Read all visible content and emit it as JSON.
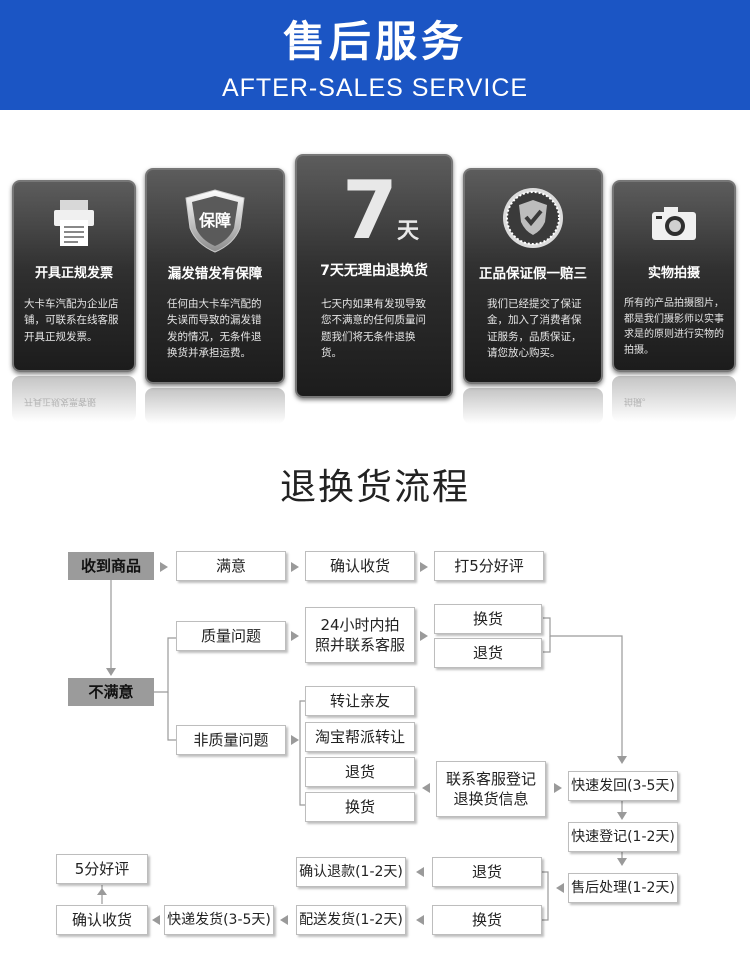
{
  "header": {
    "title": "售后服务",
    "subtitle": "AFTER-SALES SERVICE"
  },
  "cards": [
    {
      "icon": "invoice-icon",
      "title": "开具正规发票",
      "desc": "大卡车汽配为企业店铺，可联系在线客服开具正规发票。"
    },
    {
      "icon": "guarantee-shield-icon",
      "icon_text": "保障",
      "title": "漏发错发有保障",
      "desc": "任何由大卡车汽配的失误而导致的漏发错发的情况，无条件退换货并承担运费。"
    },
    {
      "icon": "seven-days-icon",
      "icon_big": "7",
      "icon_small": "天",
      "title": "7天无理由退换货",
      "desc": "七天内如果有发现导致您不满意的任何质量问题我们将无条件退换货。"
    },
    {
      "icon": "authentic-badge-icon",
      "title": "正品保证假一赔三",
      "desc": "我们已经提交了保证金，加入了消费者保证服务，品质保证，请您放心购买。"
    },
    {
      "icon": "camera-icon",
      "title": "实物拍摄",
      "desc": "所有的产品拍摄图片，都是我们摄影师以实事求是的原则进行实物的拍摄。"
    }
  ],
  "reflections": {
    "left": "开具正规发票客服",
    "right": "拍摄。"
  },
  "flow": {
    "title": "退换货流程",
    "received": "收到商品",
    "satisfied": "满意",
    "confirm_receipt": "确认收货",
    "five_star": "打5分好评",
    "unsatisfied": "不满意",
    "quality_issue": "质量问题",
    "photo_contact": "24小时内拍照并联系客服",
    "exchange": "换货",
    "refund": "退货",
    "non_quality_issue": "非质量问题",
    "transfer_friend": "转让亲友",
    "taobao_transfer": "淘宝帮派转让",
    "refund2": "退货",
    "exchange2": "换货",
    "register_info": "联系客服登记退换货信息",
    "fast_return": "快速发回(3-5天)",
    "fast_register": "快速登记(1-2天)",
    "after_sales": "售后处理(1-2天)",
    "refund3": "退货",
    "exchange3": "换货",
    "confirm_refund": "确认退款(1-2天)",
    "deliver_ship": "配送发货(1-2天)",
    "express_ship": "快递发货(3-5天)",
    "confirm_receipt2": "确认收货",
    "five_star2": "5分好评"
  }
}
